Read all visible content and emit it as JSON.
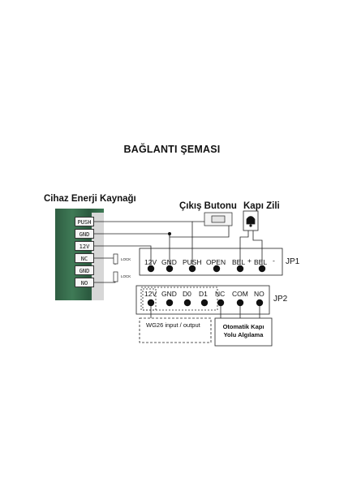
{
  "title": "BAĞLANTI ŞEMASI",
  "power_supply_label": "Cihaz Enerji Kaynağı",
  "exit_button_label": "Çıkış Butonu",
  "doorbell_label": "Kapı Zili",
  "psu_terminals": [
    "PUSH",
    "GND",
    "12V",
    "NC",
    "GND",
    "NO"
  ],
  "lock_label": "LOCK",
  "jp1": {
    "name": "JP1",
    "pins": [
      "12V",
      "GND",
      "PUSH",
      "OPEN",
      "BEL",
      "+",
      "BEL",
      "-"
    ]
  },
  "jp2": {
    "name": "JP2",
    "pins": [
      "12V",
      "GND",
      "D0",
      "D1",
      "NC",
      "COM",
      "NO"
    ]
  },
  "wiegand_label": "WG26 input / output",
  "auto_door_label": "Otomatik Kapı Yolu Algılama",
  "colors": {
    "line": "#222222",
    "board": "#3a7350",
    "dot": "#111111"
  }
}
